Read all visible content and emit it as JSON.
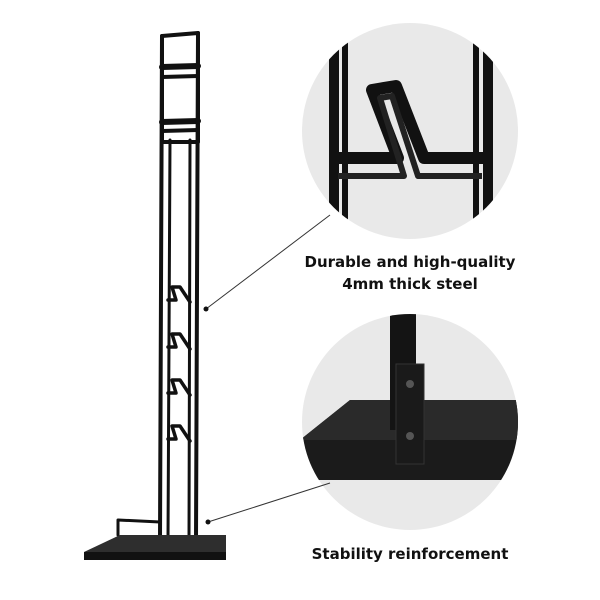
{
  "captions": {
    "top_line1": "Durable and high-quality",
    "top_line2": "4mm thick steel",
    "bottom": "Stability reinforcement"
  },
  "colors": {
    "steel": "#111111",
    "circle_bg": "#e9e9e9",
    "base_top": "#2a2a2a"
  },
  "icons": [
    "vacuum-stand-product",
    "hook-detail-zoom",
    "base-detail-zoom"
  ]
}
